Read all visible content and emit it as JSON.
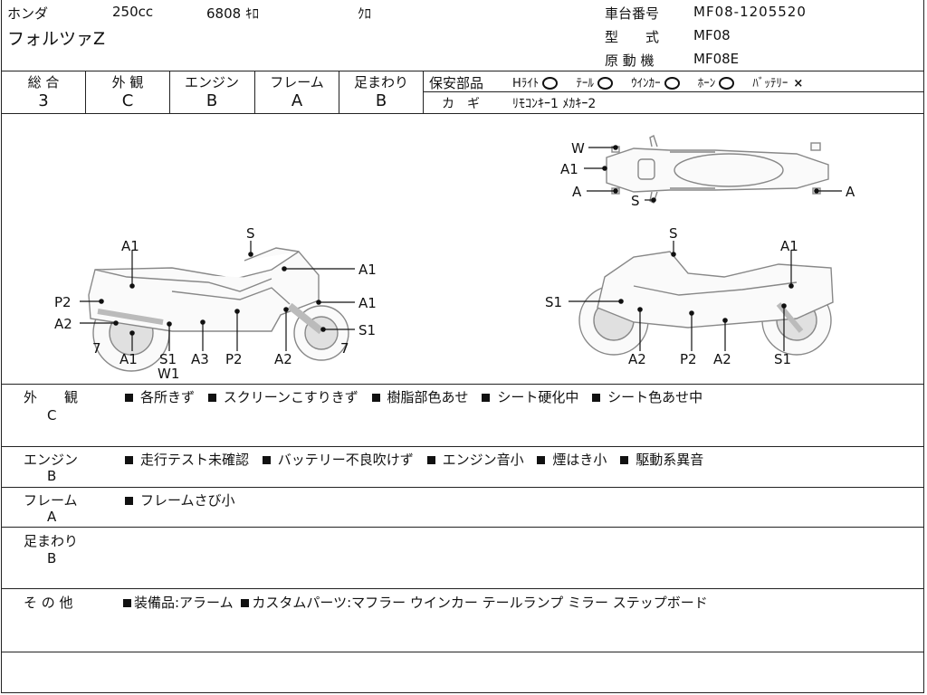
{
  "header": {
    "maker": "ホンダ",
    "displacement": "250cc",
    "mileage": "6808 ｷﾛ",
    "color": "ｸﾛ",
    "model_name": "フォルツァZ",
    "frame_no_label": "車台番号",
    "frame_no": "MF08-1205520",
    "type_label": "型　　式",
    "type": "MF08",
    "engine_label": "原 動 機",
    "engine": "MF08E"
  },
  "grades": [
    {
      "label": "総 合",
      "value": "3"
    },
    {
      "label": "外 観",
      "value": "C"
    },
    {
      "label": "エンジン",
      "value": "B"
    },
    {
      "label": "フレーム",
      "value": "A"
    },
    {
      "label": "足まわり",
      "value": "B"
    }
  ],
  "safety": {
    "label": "保安部品",
    "items": [
      {
        "name": "Hﾗｲﾄ",
        "mark": "circle"
      },
      {
        "name": "ﾃｰﾙ",
        "mark": "circle"
      },
      {
        "name": "ｳｲﾝｶｰ",
        "mark": "circle"
      },
      {
        "name": "ﾎｰﾝ",
        "mark": "circle"
      },
      {
        "name": "ﾊﾞｯﾃﾘｰ",
        "mark": "×"
      }
    ],
    "key_label": "カ　ギ",
    "key_value": "ﾘﾓｺﾝｷｰ1  ﾒｶｷｰ2"
  },
  "diagram_labels": {
    "left": [
      "A1",
      "P2",
      "A2",
      "7",
      "A1",
      "S1",
      "W1",
      "A3",
      "P2",
      "A2",
      "S",
      "A1",
      "A1",
      "S1",
      "7"
    ],
    "right": [
      "S1",
      "A2",
      "P2",
      "A2",
      "S1",
      "S",
      "A1"
    ],
    "top": [
      "W",
      "A1",
      "A",
      "S",
      "A"
    ]
  },
  "notes": [
    {
      "category": "外　　観",
      "grade": "C",
      "items": [
        "各所きず",
        "スクリーンこすりきず",
        "樹脂部色あせ",
        "シート硬化中",
        "シート色あせ中"
      ]
    },
    {
      "category": "エンジン",
      "grade": "B",
      "items": [
        "走行テスト未確認",
        "バッテリー不良吹けず",
        "エンジン音小",
        "煙はき小",
        "駆動系異音"
      ]
    },
    {
      "category": "フレーム",
      "grade": "A",
      "items": [
        "フレームさび小"
      ]
    },
    {
      "category": "足まわり",
      "grade": "B",
      "items": []
    },
    {
      "category": "そ の 他",
      "grade": "",
      "items": [
        "装備品:アラーム",
        "カスタムパーツ:マフラー ウインカー テールランプ ミラー ステップボード"
      ]
    }
  ]
}
